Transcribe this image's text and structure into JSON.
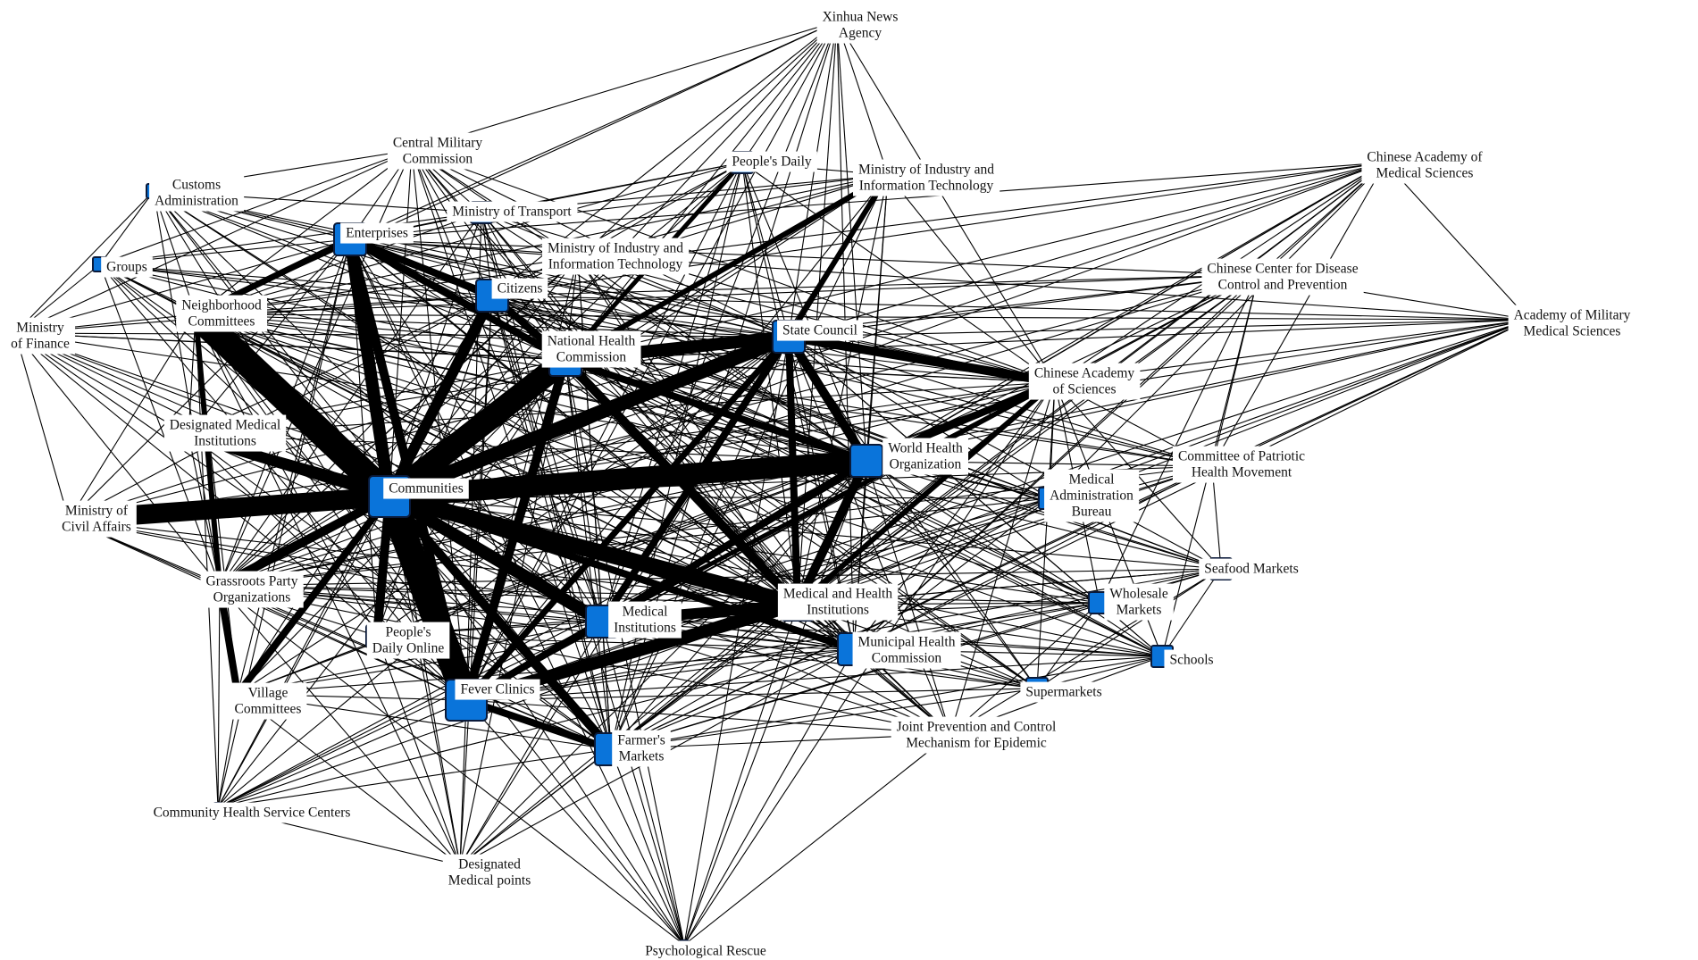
{
  "network": {
    "node_color": "#0a74da",
    "edge_color": "#000000",
    "nodes": [
      {
        "id": "xinhua",
        "label": [
          "Xinhua News",
          "Agency"
        ],
        "size": "small"
      },
      {
        "id": "cmc",
        "label": [
          "Central Military",
          "Commission"
        ],
        "size": "medium"
      },
      {
        "id": "peoples-daily",
        "label": [
          "People's Daily"
        ],
        "size": "medium"
      },
      {
        "id": "miit-top",
        "label": [
          "Ministry of Industry and",
          "Information Technology"
        ],
        "size": "medium"
      },
      {
        "id": "customs",
        "label": [
          "Customs",
          "Administration"
        ],
        "size": "small"
      },
      {
        "id": "transport",
        "label": [
          "Ministry of Transport"
        ],
        "size": "medium"
      },
      {
        "id": "enterprises",
        "label": [
          "Enterprises"
        ],
        "size": "large"
      },
      {
        "id": "miit-mid",
        "label": [
          "Ministry of Industry and",
          "Information Technology"
        ],
        "size": "medium"
      },
      {
        "id": "groups",
        "label": [
          "Groups"
        ],
        "size": "small"
      },
      {
        "id": "citizens",
        "label": [
          "Citizens"
        ],
        "size": "large"
      },
      {
        "id": "neighborhood",
        "label": [
          "Neighborhood",
          "Committees"
        ],
        "size": "medium"
      },
      {
        "id": "finance",
        "label": [
          "Ministry",
          "of Finance"
        ],
        "size": "small"
      },
      {
        "id": "nhc",
        "label": [
          "National Health",
          "Commission"
        ],
        "size": "large"
      },
      {
        "id": "state-council",
        "label": [
          "State Council"
        ],
        "size": "large"
      },
      {
        "id": "cams",
        "label": [
          "Chinese Academy of",
          "Medical Sciences"
        ],
        "size": "tiny"
      },
      {
        "id": "cdc",
        "label": [
          "Chinese Center for Disease",
          "Control and Prevention"
        ],
        "size": "tiny"
      },
      {
        "id": "amms",
        "label": [
          "Academy of Military",
          "Medical Sciences"
        ],
        "size": "tiny"
      },
      {
        "id": "cas",
        "label": [
          "Chinese Academy",
          "of Sciences"
        ],
        "size": "large"
      },
      {
        "id": "designated-mi",
        "label": [
          "Designated Medical",
          "Institutions"
        ],
        "size": "medium"
      },
      {
        "id": "communities",
        "label": [
          "Communities"
        ],
        "size": "xlarge"
      },
      {
        "id": "who",
        "label": [
          "World Health",
          "Organization"
        ],
        "size": "large"
      },
      {
        "id": "patriotic",
        "label": [
          "Committee of Patriotic",
          "Health Movement"
        ],
        "size": "medium"
      },
      {
        "id": "mab",
        "label": [
          "Medical",
          "Administration",
          "Bureau"
        ],
        "size": "medium"
      },
      {
        "id": "civil-affairs",
        "label": [
          "Ministry of",
          "Civil Affairs"
        ],
        "size": "small"
      },
      {
        "id": "seafood",
        "label": [
          "Seafood Markets"
        ],
        "size": "medium"
      },
      {
        "id": "grassroots",
        "label": [
          "Grassroots Party",
          "Organizations"
        ],
        "size": "medium"
      },
      {
        "id": "mhi",
        "label": [
          "Medical and Health",
          "Institutions"
        ],
        "size": "large"
      },
      {
        "id": "wholesale",
        "label": [
          "Wholesale",
          "Markets"
        ],
        "size": "medium"
      },
      {
        "id": "medical-inst",
        "label": [
          "Medical",
          "Institutions"
        ],
        "size": "large"
      },
      {
        "id": "pdo",
        "label": [
          "People's",
          "Daily Online"
        ],
        "size": "medium"
      },
      {
        "id": "mhc",
        "label": [
          "Municipal Health",
          "Commission"
        ],
        "size": "large"
      },
      {
        "id": "schools",
        "label": [
          "Schools"
        ],
        "size": "medium"
      },
      {
        "id": "fever",
        "label": [
          "Fever Clinics"
        ],
        "size": "xlarge"
      },
      {
        "id": "village",
        "label": [
          "Village",
          "Committees"
        ],
        "size": "small"
      },
      {
        "id": "supermarkets",
        "label": [
          "Supermarkets"
        ],
        "size": "medium"
      },
      {
        "id": "joint",
        "label": [
          "Joint Prevention and Control",
          "Mechanism for Epidemic"
        ],
        "size": "medium"
      },
      {
        "id": "farmers",
        "label": [
          "Farmer's",
          "Markets"
        ],
        "size": "large"
      },
      {
        "id": "chsc",
        "label": [
          "Community Health Service Centers"
        ],
        "size": "tiny"
      },
      {
        "id": "dmp",
        "label": [
          "Designated",
          "Medical points"
        ],
        "size": "tiny"
      },
      {
        "id": "psych",
        "label": [
          "Psychological Rescue"
        ],
        "size": "tiny"
      }
    ],
    "heavy_edges": [
      [
        "communities",
        "neighborhood",
        30
      ],
      [
        "communities",
        "civil-affairs",
        22
      ],
      [
        "communities",
        "enterprises",
        14
      ],
      [
        "communities",
        "nhc",
        26
      ],
      [
        "communities",
        "state-council",
        16
      ],
      [
        "communities",
        "who",
        24
      ],
      [
        "communities",
        "fever",
        30
      ],
      [
        "communities",
        "mhi",
        18
      ],
      [
        "communities",
        "medical-inst",
        14
      ],
      [
        "communities",
        "designated-mi",
        12
      ],
      [
        "communities",
        "citizens",
        12
      ],
      [
        "communities",
        "pdo",
        10
      ],
      [
        "communities",
        "farmers",
        10
      ],
      [
        "communities",
        "grassroots",
        10
      ],
      [
        "communities",
        "village",
        8
      ],
      [
        "communities",
        "mhc",
        8
      ],
      [
        "nhc",
        "state-council",
        14
      ],
      [
        "nhc",
        "mhi",
        10
      ],
      [
        "nhc",
        "fever",
        10
      ],
      [
        "nhc",
        "who",
        8
      ],
      [
        "nhc",
        "enterprises",
        8
      ],
      [
        "nhc",
        "citizens",
        8
      ],
      [
        "state-council",
        "cas",
        10
      ],
      [
        "state-council",
        "who",
        10
      ],
      [
        "state-council",
        "mhi",
        8
      ],
      [
        "state-council",
        "medical-inst",
        8
      ],
      [
        "state-council",
        "fever",
        7
      ],
      [
        "who",
        "mhi",
        10
      ],
      [
        "who",
        "cas",
        8
      ],
      [
        "who",
        "medical-inst",
        8
      ],
      [
        "mhi",
        "fever",
        14
      ],
      [
        "mhi",
        "medical-inst",
        12
      ],
      [
        "mhi",
        "designated-mi",
        8
      ],
      [
        "fever",
        "enterprises",
        10
      ],
      [
        "fever",
        "farmers",
        8
      ],
      [
        "fever",
        "medical-inst",
        8
      ],
      [
        "enterprises",
        "citizens",
        8
      ],
      [
        "enterprises",
        "neighborhood",
        7
      ],
      [
        "grassroots",
        "village",
        8
      ],
      [
        "grassroots",
        "neighborhood",
        6
      ],
      [
        "miit-top",
        "state-council",
        6
      ],
      [
        "miit-top",
        "nhc",
        6
      ],
      [
        "peoples-daily",
        "nhc",
        5
      ],
      [
        "cas",
        "mhi",
        6
      ],
      [
        "cas",
        "medical-inst",
        5
      ]
    ]
  }
}
